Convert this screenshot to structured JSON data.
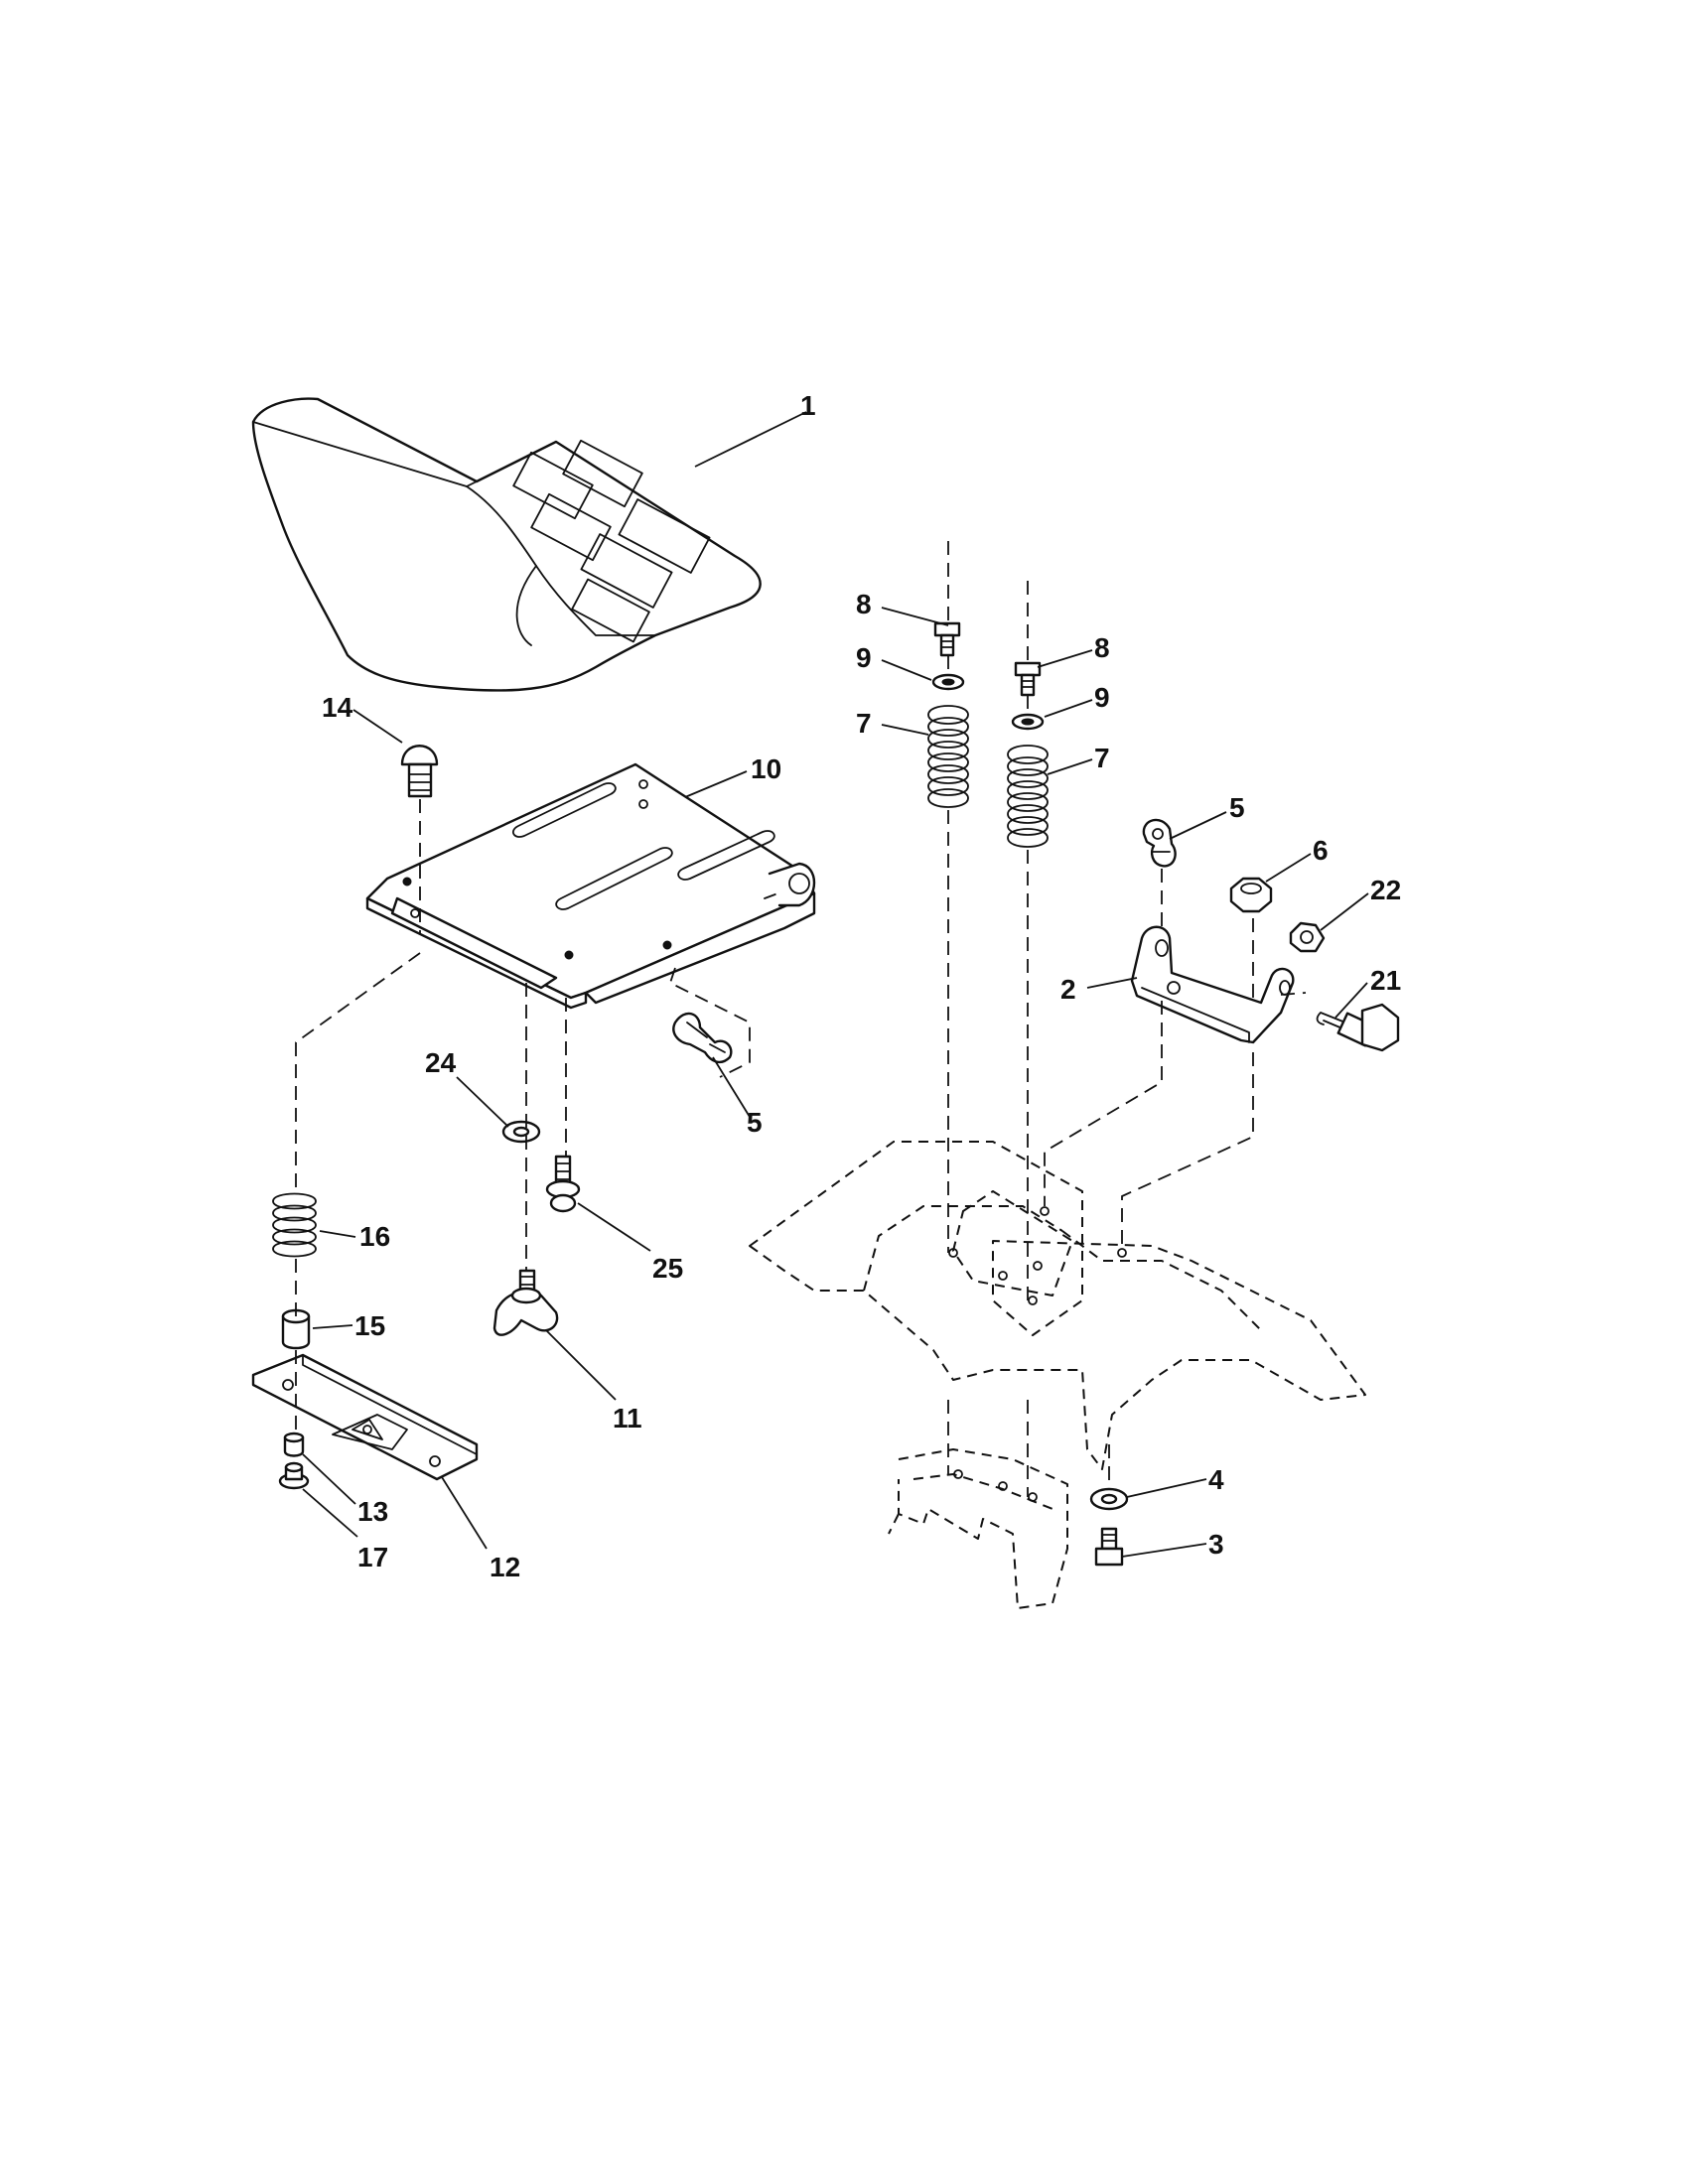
{
  "callouts": [
    {
      "id": "c1",
      "text": "1"
    },
    {
      "id": "c2",
      "text": "2"
    },
    {
      "id": "c3",
      "text": "3"
    },
    {
      "id": "c4",
      "text": "4"
    },
    {
      "id": "c5a",
      "text": "5"
    },
    {
      "id": "c5b",
      "text": "5"
    },
    {
      "id": "c6",
      "text": "6"
    },
    {
      "id": "c7a",
      "text": "7"
    },
    {
      "id": "c7b",
      "text": "7"
    },
    {
      "id": "c8a",
      "text": "8"
    },
    {
      "id": "c8b",
      "text": "8"
    },
    {
      "id": "c9a",
      "text": "9"
    },
    {
      "id": "c9b",
      "text": "9"
    },
    {
      "id": "c10",
      "text": "10"
    },
    {
      "id": "c11",
      "text": "11"
    },
    {
      "id": "c12",
      "text": "12"
    },
    {
      "id": "c13",
      "text": "13"
    },
    {
      "id": "c14",
      "text": "14"
    },
    {
      "id": "c15",
      "text": "15"
    },
    {
      "id": "c16",
      "text": "16"
    },
    {
      "id": "c17",
      "text": "17"
    },
    {
      "id": "c21",
      "text": "21"
    },
    {
      "id": "c22",
      "text": "22"
    },
    {
      "id": "c24",
      "text": "24"
    },
    {
      "id": "c25",
      "text": "25"
    }
  ],
  "colors": {
    "ink": "#111111",
    "paper": "#ffffff"
  }
}
